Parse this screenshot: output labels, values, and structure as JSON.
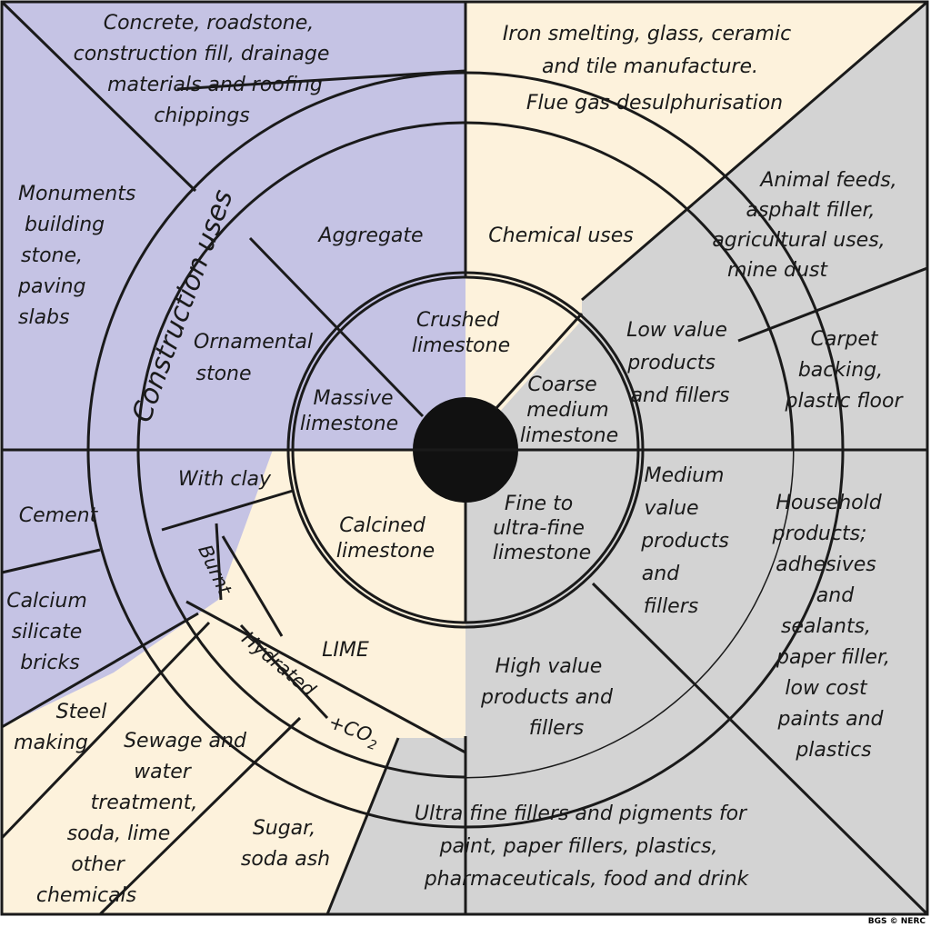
{
  "colors": {
    "construction": "#c5c3e4",
    "chemical": "#fdf2dc",
    "industrial": "#d3d3d3",
    "core": "#111111",
    "line": "#1a1a1a"
  },
  "labels": {
    "concrete": [
      "Concrete, roadstone,",
      "construction fill, drainage",
      "materials and roofing",
      "chippings"
    ],
    "iron": [
      "Iron smelting, glass, ceramic",
      "and tile manufacture."
    ],
    "flue": [
      "Flue gas desulphurisation"
    ],
    "monuments": [
      "Monuments",
      "building",
      "stone,",
      "paving",
      "slabs"
    ],
    "construction_uses": "Construction uses",
    "animal_feeds": [
      "Animal feeds,",
      "asphalt filler,",
      "agricultural uses,",
      "mine dust"
    ],
    "aggregate": "Aggregate",
    "chemical_uses": "Chemical uses",
    "crushed": [
      "Crushed",
      "limestone"
    ],
    "ornamental": [
      "Ornamental",
      "stone"
    ],
    "low_value": [
      "Low value",
      "products",
      "and fillers"
    ],
    "carpet": [
      "Carpet",
      "backing,",
      "plastic floor"
    ],
    "massive": [
      "Massive",
      "limestone"
    ],
    "coarse": [
      "Coarse",
      "medium",
      "limestone"
    ],
    "with_clay": "With clay",
    "medium_value": [
      "Medium",
      "value",
      "products",
      "and",
      "fillers"
    ],
    "household": [
      "Household",
      "products;",
      "adhesives",
      "and",
      "sealants,",
      "paper filler,",
      "low cost",
      "paints and",
      "plastics"
    ],
    "cement": "Cement",
    "calcined": [
      "Calcined",
      "limestone"
    ],
    "fine": [
      "Fine to",
      "ultra-fine",
      "limestone"
    ],
    "burnt": "Burnt",
    "calcium": [
      "Calcium",
      "silicate",
      "bricks"
    ],
    "lime": "LIME",
    "hydrated": "Hydrated",
    "high_value": [
      "High value",
      "products and",
      "fillers"
    ],
    "co2_prefix": "+CO",
    "co2_sub": "2",
    "steel": [
      "Steel",
      "making"
    ],
    "sewage": [
      "Sewage and",
      "water",
      "treatment,",
      "soda, lime",
      "other",
      "chemicals"
    ],
    "sugar": [
      "Sugar,",
      "soda ash"
    ],
    "ultra_fine": [
      "Ultra fine fillers and pigments for",
      "paint, paper fillers, plastics,",
      "pharmaceuticals, food and drink"
    ],
    "credit": "BGS © NERC"
  }
}
